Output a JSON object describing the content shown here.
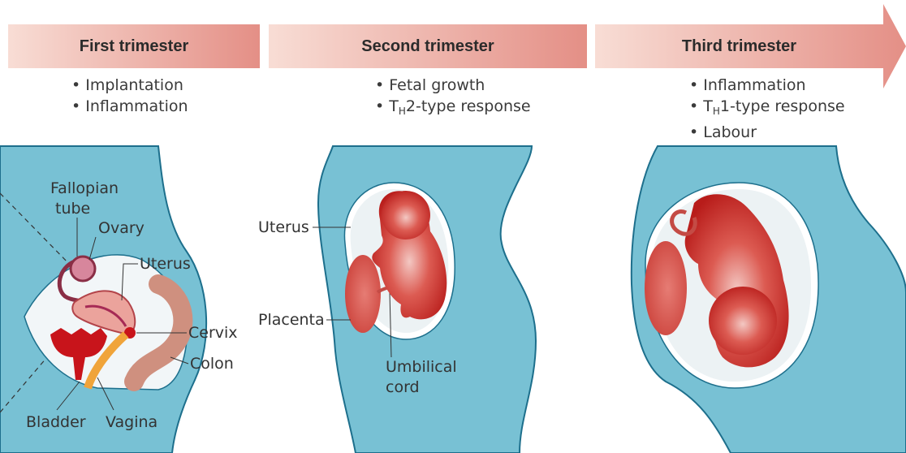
{
  "colors": {
    "body_blue": "#78c1d4",
    "body_outline": "#1d6f8c",
    "header_light": "#f6d7cf",
    "header_dark": "#e2938a",
    "fetus_red": "#c42622",
    "fetus_light": "#f2c3bf",
    "uterus_pink": "#e9a29c",
    "bladder_red": "#c8141b",
    "vagina_orange": "#f0a43a",
    "colon_tan": "#d39a8a"
  },
  "headers": {
    "first": "First trimester",
    "second": "Second trimester",
    "third": "Third trimester"
  },
  "bullets": {
    "first": [
      "Implantation",
      "Inflammation"
    ],
    "second": {
      "item1": "Fetal growth",
      "item2_prefix": "T",
      "item2_sub": "H",
      "item2_suffix": "2-type response"
    },
    "third": {
      "item1": "Inflammation",
      "item2_prefix": "T",
      "item2_sub": "H",
      "item2_suffix": "1-type response",
      "item3": "Labour"
    }
  },
  "labels": {
    "fallopian": "Fallopian",
    "tube": "tube",
    "ovary": "Ovary",
    "uterus_first": "Uterus",
    "cervix": "Cervix",
    "colon": "Colon",
    "bladder": "Bladder",
    "vagina": "Vagina",
    "uterus_second": "Uterus",
    "placenta": "Placenta",
    "umbilical": "Umbilical",
    "cord": "cord"
  },
  "icons": {
    "arrow": "timeline-arrow-icon"
  }
}
